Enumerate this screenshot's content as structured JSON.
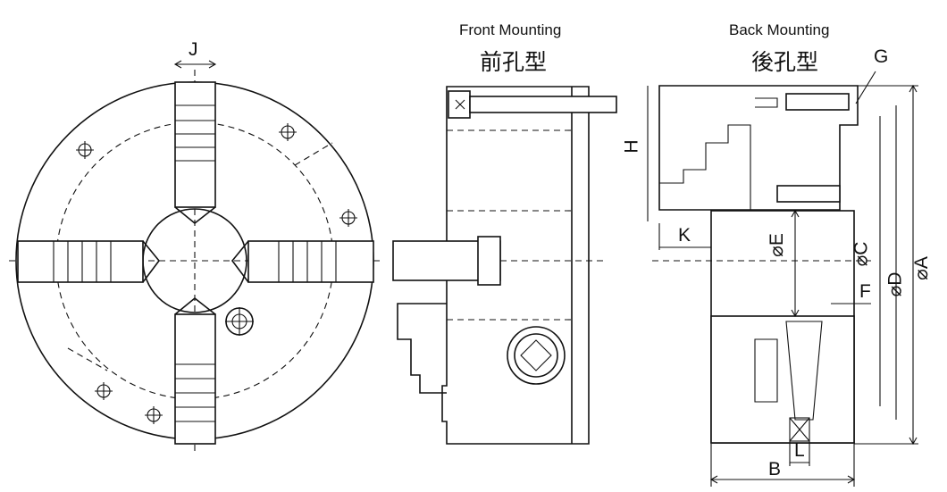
{
  "front_mounting": {
    "title_en": "Front Mounting",
    "title_cn": "前孔型"
  },
  "back_mounting": {
    "title_en": "Back Mounting",
    "title_cn": "後孔型"
  },
  "dimensions": {
    "J": "J",
    "G": "G",
    "H": "H",
    "K": "K",
    "E": "⌀E",
    "C": "⌀C",
    "D": "⌀D",
    "A": "⌀A",
    "F": "F",
    "L": "L",
    "B": "B"
  },
  "colors": {
    "line": "#111111",
    "background": "#ffffff"
  }
}
